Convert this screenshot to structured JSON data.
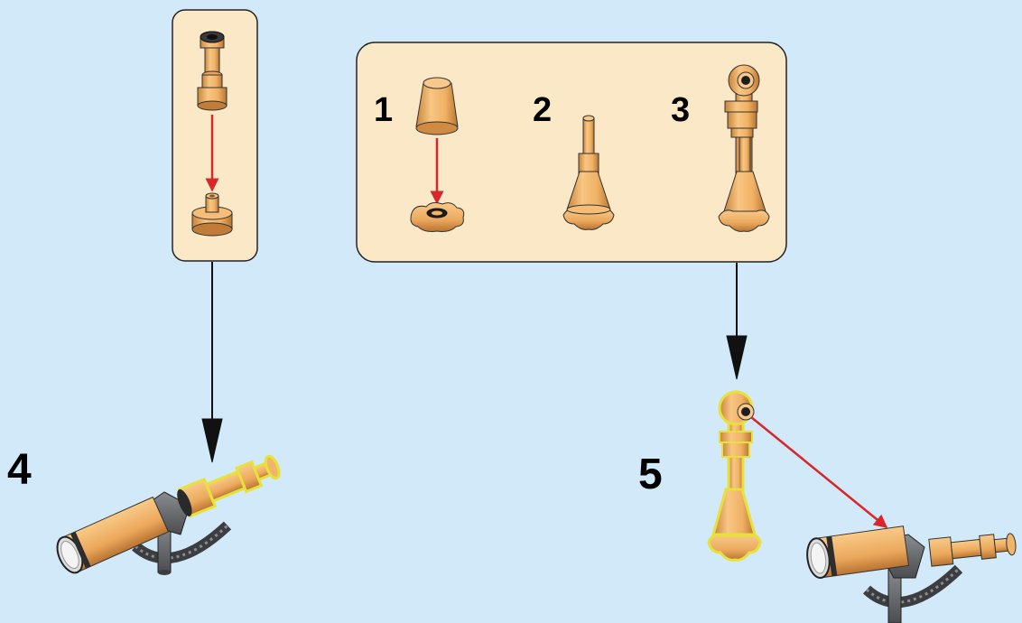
{
  "steps": {
    "step1": "1",
    "step2": "2",
    "step3": "3",
    "step4": "4",
    "step5": "5"
  },
  "colors": {
    "background": "#d2e9f9",
    "callout_fill": "#fae8c6",
    "brick_tan": "#f0b46a",
    "arrow_red": "#d9262b",
    "frame_gray": "#55585b"
  }
}
